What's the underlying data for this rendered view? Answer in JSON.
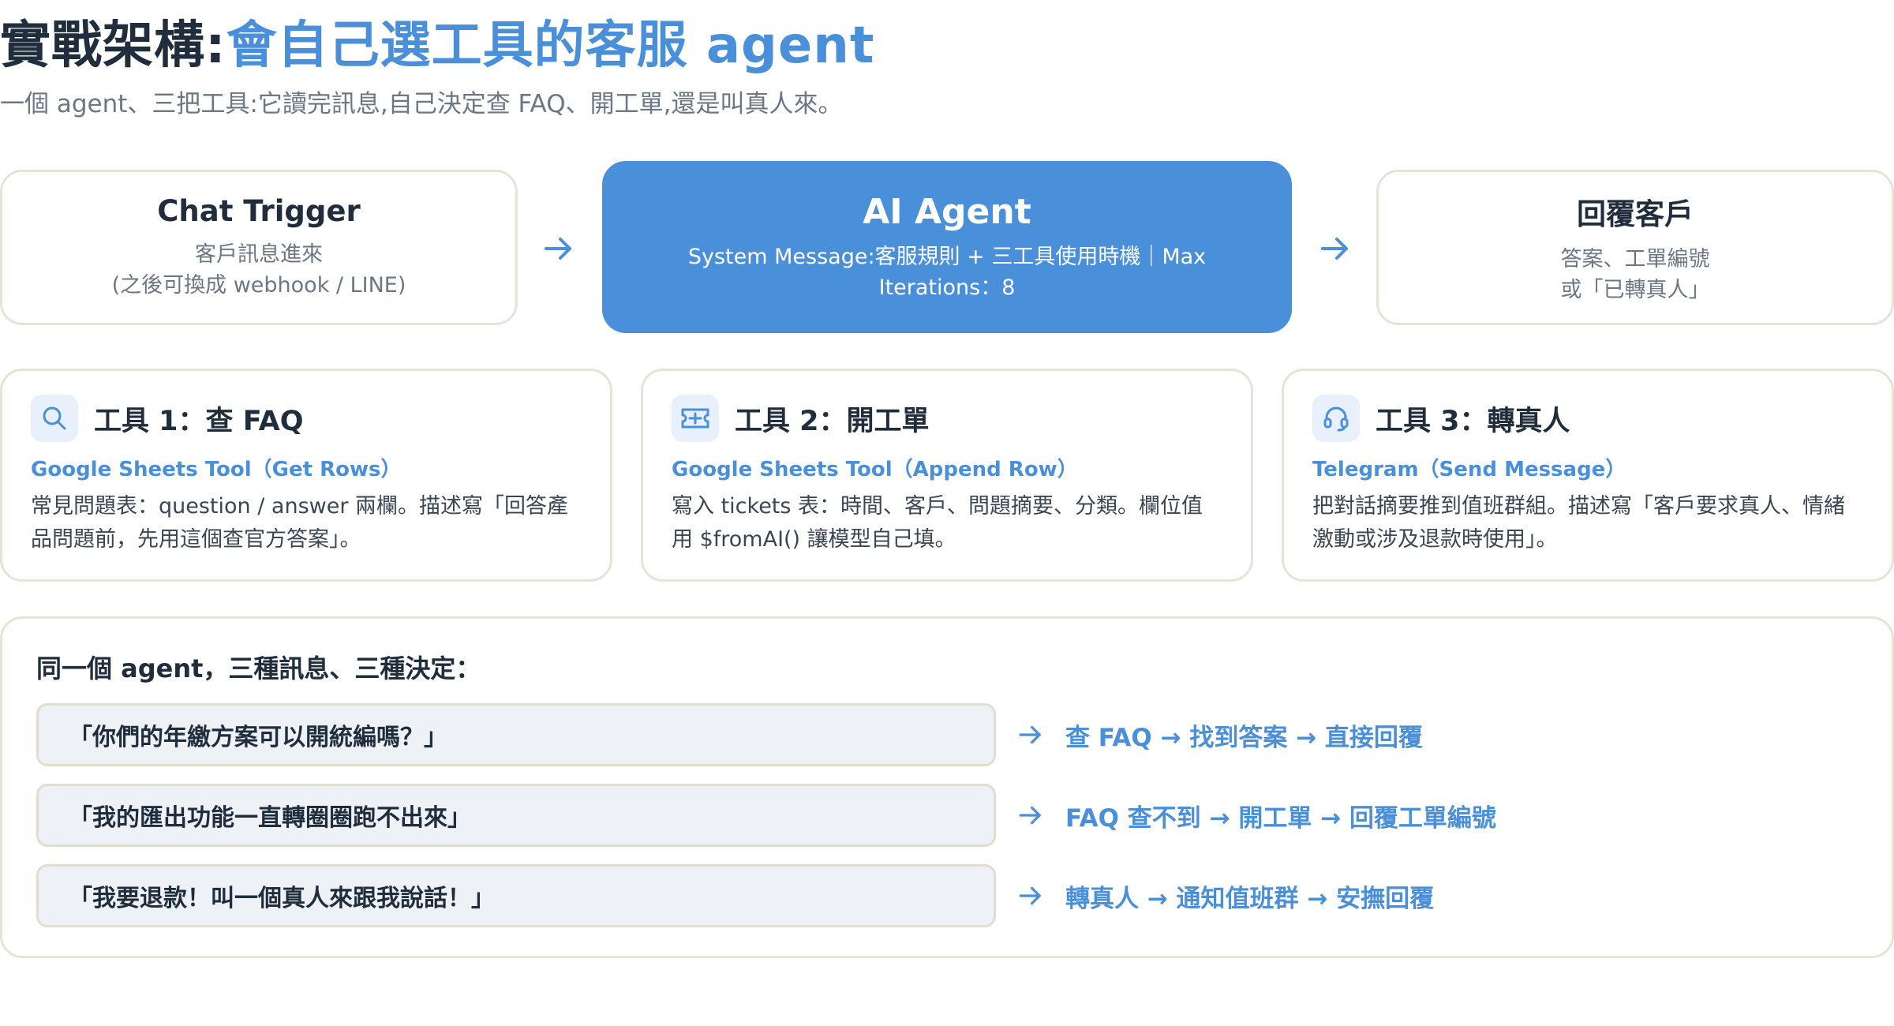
{
  "header": {
    "title_prefix": "實戰架構:",
    "title_accent": "會自己選工具的客服 agent",
    "subtitle": "一個 agent、三把工具:它讀完訊息,自己決定查 FAQ、開工單,還是叫真人來。"
  },
  "flow": {
    "trigger": {
      "title": "Chat Trigger",
      "line1": "客戶訊息進來",
      "line2": "(之後可換成 webhook / LINE)"
    },
    "agent": {
      "title": "AI Agent",
      "desc": "System Message:客服規則 + 三工具使用時機｜Max Iterations：8"
    },
    "reply": {
      "title": "回覆客戶",
      "line1": "答案、工單編號",
      "line2": "或「已轉真人」"
    }
  },
  "tools": [
    {
      "name": "工具 1：查 FAQ",
      "sub": "Google Sheets Tool（Get Rows）",
      "desc": "常見問題表：question / answer 兩欄。描述寫「回答產品問題前，先用這個查官方答案」。",
      "icon": "search-icon"
    },
    {
      "name": "工具 2：開工單",
      "sub": "Google Sheets Tool（Append Row）",
      "desc": "寫入 tickets 表：時間、客戶、問題摘要、分類。欄位值用 $fromAI() 讓模型自己填。",
      "icon": "ticket-icon"
    },
    {
      "name": "工具 3：轉真人",
      "sub": "Telegram（Send Message）",
      "desc": "把對話摘要推到值班群組。描述寫「客戶要求真人、情緒激動或涉及退款時使用」。",
      "icon": "headset-icon"
    }
  ],
  "scenarios": {
    "heading": "同一個 agent，三種訊息、三種決定：",
    "items": [
      {
        "message": "「你們的年繳方案可以開統編嗎？」",
        "result": "查 FAQ → 找到答案 → 直接回覆"
      },
      {
        "message": "「我的匯出功能一直轉圈圈跑不出來」",
        "result": "FAQ 查不到 → 開工單 → 回覆工單編號"
      },
      {
        "message": "「我要退款！叫一個真人來跟我說話！」",
        "result": "轉真人 → 通知值班群 → 安撫回覆"
      }
    ]
  },
  "colors": {
    "accent": "#4a8fd9",
    "text": "#1f2d3d",
    "muted": "#6b7785",
    "border": "#e7e3d6"
  }
}
